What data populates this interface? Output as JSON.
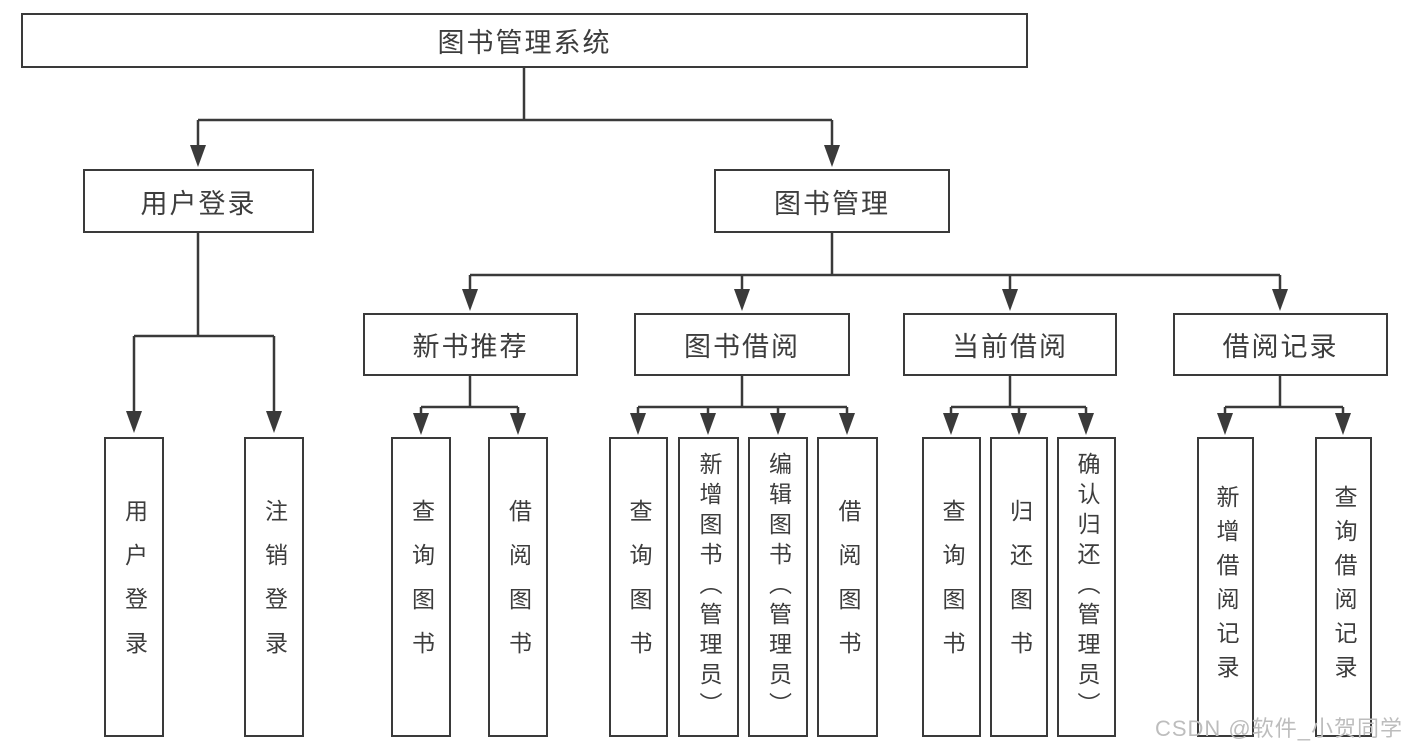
{
  "watermark": {
    "text": "CSDN @软件_小贺同学"
  },
  "colors": {
    "line": "#3a3a3a",
    "box_border": "#3a3a3a",
    "text": "#3d3d3d",
    "background": "#ffffff",
    "watermark": "#bdbdbd"
  },
  "diagram": {
    "root": {
      "label": "图书管理系统"
    },
    "branches": [
      {
        "label": "用户登录",
        "children": [
          {
            "label": "用户登录"
          },
          {
            "label": "注销登录"
          }
        ]
      },
      {
        "label": "图书管理",
        "children": [
          {
            "label": "新书推荐",
            "children": [
              {
                "label": "查询图书"
              },
              {
                "label": "借阅图书"
              }
            ]
          },
          {
            "label": "图书借阅",
            "children": [
              {
                "label": "查询图书"
              },
              {
                "label": "新增图书（管理员）"
              },
              {
                "label": "编辑图书（管理员）"
              },
              {
                "label": "借阅图书"
              }
            ]
          },
          {
            "label": "当前借阅",
            "children": [
              {
                "label": "查询图书"
              },
              {
                "label": "归还图书"
              },
              {
                "label": "确认归还（管理员）"
              }
            ]
          },
          {
            "label": "借阅记录",
            "children": [
              {
                "label": "新增借阅记录"
              },
              {
                "label": "查询借阅记录"
              }
            ]
          }
        ]
      }
    ]
  }
}
